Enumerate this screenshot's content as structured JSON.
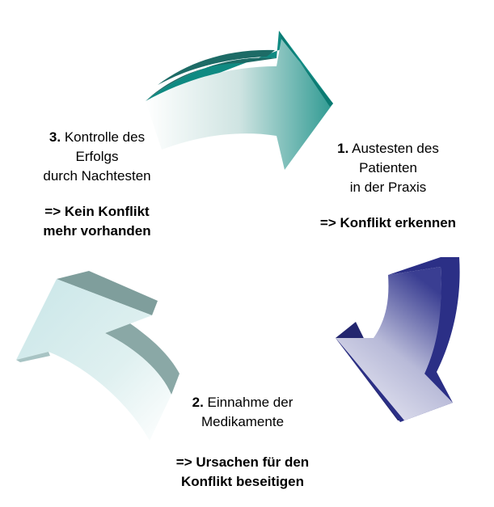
{
  "steps": [
    {
      "number": "1.",
      "lines": [
        "Austesten des",
        "Patienten",
        "in der Praxis"
      ],
      "result": [
        "=> Konflikt erkennen"
      ]
    },
    {
      "number": "2.",
      "lines": [
        "Einnahme der",
        "Medikamente"
      ],
      "result": [
        "=> Ursachen für den",
        "Konflikt beseitigen"
      ]
    },
    {
      "number": "3.",
      "lines": [
        "Kontrolle des",
        "Erfolgs",
        "durch Nachtesten"
      ],
      "result": [
        "=> Kein Konflikt",
        "mehr vorhanden"
      ]
    }
  ],
  "colors": {
    "teal": "#0f8a82",
    "teal_dark": "#1d6b66",
    "navy": "#2b2f86",
    "gray_teal": "#7f9e9c"
  }
}
